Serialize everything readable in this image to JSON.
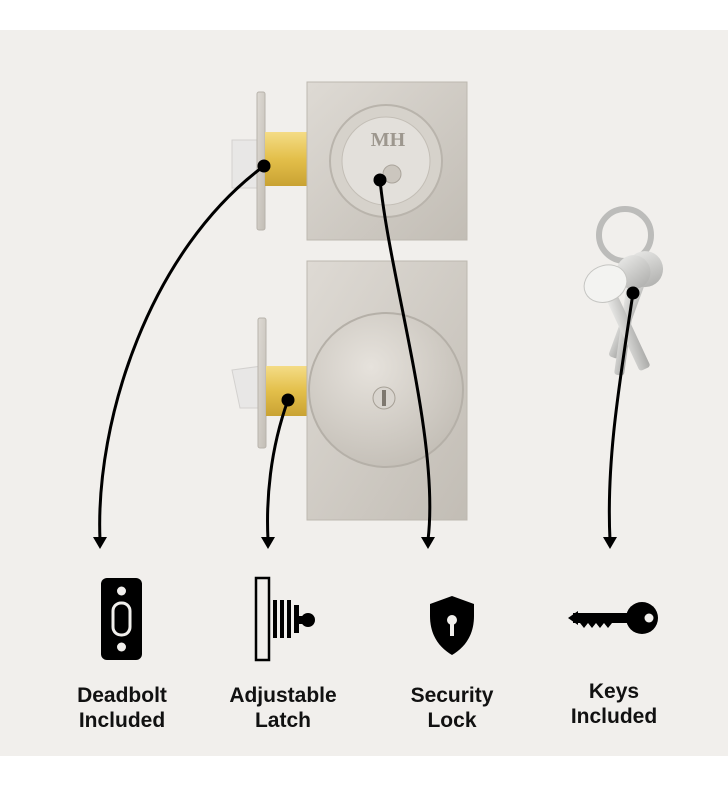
{
  "brand": {
    "logo_text": "MH"
  },
  "features": [
    {
      "id": "deadbolt",
      "icon": "deadbolt-strike-plate-icon",
      "line1": "Deadbolt",
      "line2": "Included"
    },
    {
      "id": "latch",
      "icon": "adjustable-latch-icon",
      "line1": "Adjustable",
      "line2": "Latch"
    },
    {
      "id": "security",
      "icon": "shield-keyhole-icon",
      "line1": "Security",
      "line2": "Lock"
    },
    {
      "id": "keys",
      "icon": "key-icon",
      "line1": "Keys",
      "line2": "Included"
    }
  ],
  "colors": {
    "background": "#f1efec",
    "satin_nickel": "#cfcbc4",
    "brass": "#e9c75a",
    "text": "#111111"
  }
}
